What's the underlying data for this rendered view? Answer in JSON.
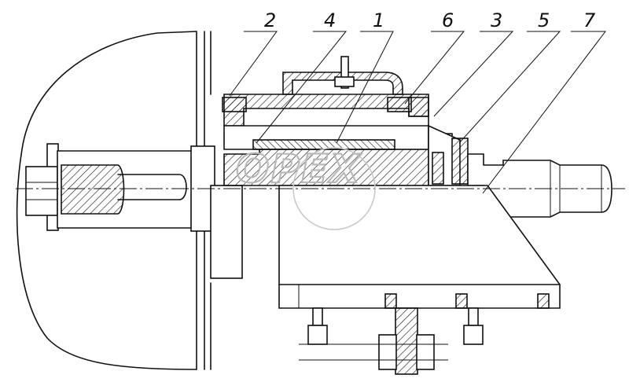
{
  "callouts": [
    {
      "id": "1",
      "label": "1"
    },
    {
      "id": "2",
      "label": "2"
    },
    {
      "id": "3",
      "label": "3"
    },
    {
      "id": "4",
      "label": "4"
    },
    {
      "id": "5",
      "label": "5"
    },
    {
      "id": "6",
      "label": "6"
    },
    {
      "id": "7",
      "label": "7"
    }
  ],
  "watermark": {
    "text": "OPEX"
  },
  "colors": {
    "ink": "#111111",
    "watermark": "#b9b9b9",
    "background": "#ffffff"
  }
}
